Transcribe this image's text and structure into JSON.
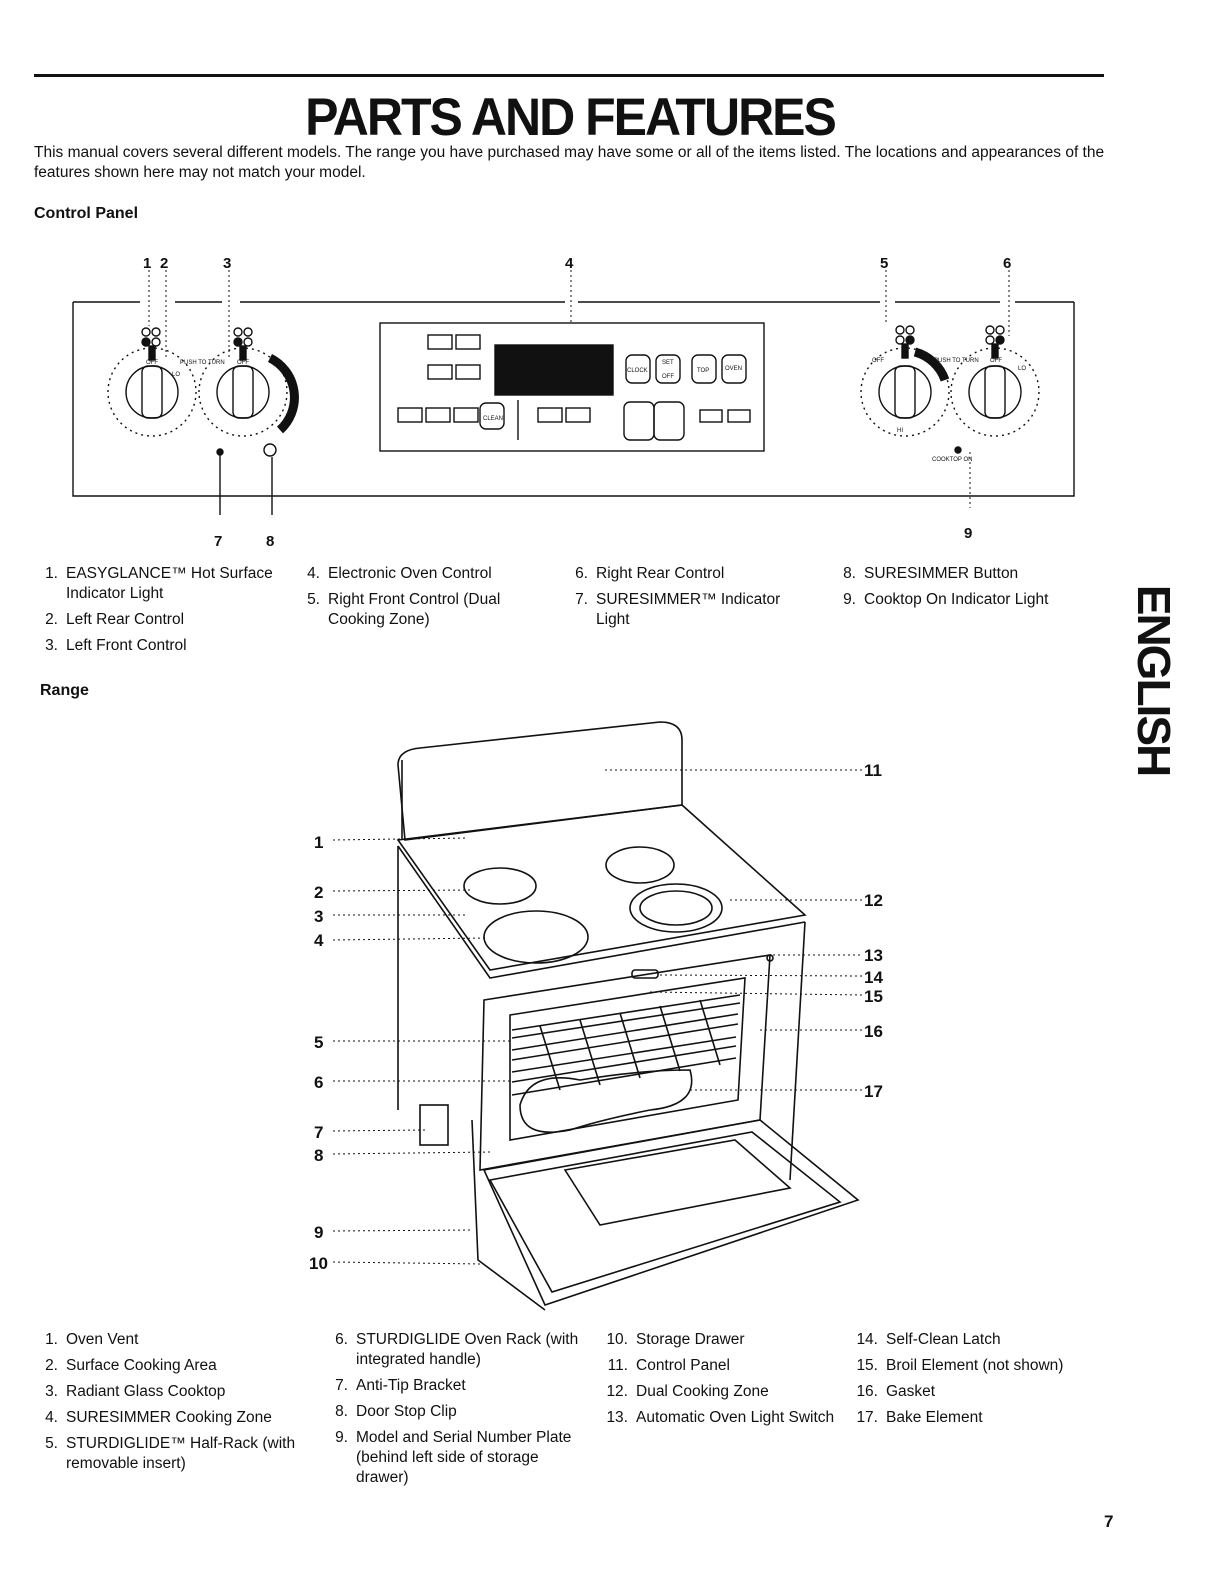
{
  "title": "PARTS AND FEATURES",
  "intro": "This manual covers several different models. The range you have purchased may have some or all of the items listed. The locations and appearances of the features shown here may not match your model.",
  "control_panel": {
    "heading": "Control Panel",
    "callouts": [
      "1",
      "2",
      "3",
      "4",
      "5",
      "6",
      "7",
      "8",
      "9"
    ],
    "legend": [
      {
        "num": "1.",
        "text": "EASYGLANCE™ Hot Surface Indicator Light"
      },
      {
        "num": "2.",
        "text": "Left Rear Control"
      },
      {
        "num": "3.",
        "text": "Left Front Control"
      },
      {
        "num": "4.",
        "text": "Electronic Oven Control"
      },
      {
        "num": "5.",
        "text": "Right Front Control (Dual Cooking Zone)"
      },
      {
        "num": "6.",
        "text": "Right Rear Control"
      },
      {
        "num": "7.",
        "text": "SURESIMMER™ Indicator Light"
      },
      {
        "num": "8.",
        "text": "SURESIMMER Button"
      },
      {
        "num": "9.",
        "text": "Cooktop On Indicator Light"
      }
    ]
  },
  "range": {
    "heading": "Range",
    "callouts": [
      "1",
      "2",
      "3",
      "4",
      "5",
      "6",
      "7",
      "8",
      "9",
      "10",
      "11",
      "12",
      "13",
      "14",
      "15",
      "16",
      "17"
    ],
    "legend": [
      {
        "num": "1.",
        "text": "Oven Vent"
      },
      {
        "num": "2.",
        "text": "Surface Cooking Area"
      },
      {
        "num": "3.",
        "text": "Radiant Glass Cooktop"
      },
      {
        "num": "4.",
        "text": "SURESIMMER Cooking Zone"
      },
      {
        "num": "5.",
        "text": "STURDIGLIDE™ Half-Rack (with removable insert)"
      },
      {
        "num": "6.",
        "text": "STURDIGLIDE Oven Rack (with integrated handle)"
      },
      {
        "num": "7.",
        "text": "Anti-Tip Bracket"
      },
      {
        "num": "8.",
        "text": "Door Stop Clip"
      },
      {
        "num": "9.",
        "text": "Model and Serial Number Plate (behind left side of storage drawer)"
      },
      {
        "num": "10.",
        "text": "Storage Drawer"
      },
      {
        "num": "11.",
        "text": "Control Panel"
      },
      {
        "num": "12.",
        "text": "Dual Cooking Zone"
      },
      {
        "num": "13.",
        "text": "Automatic Oven Light Switch"
      },
      {
        "num": "14.",
        "text": "Self-Clean Latch"
      },
      {
        "num": "15.",
        "text": "Broil Element (not shown)"
      },
      {
        "num": "16.",
        "text": "Gasket"
      },
      {
        "num": "17.",
        "text": "Bake Element"
      }
    ]
  },
  "panel_labels": {
    "off": "OFF",
    "lo": "LO",
    "hi": "HI",
    "push_to_turn": "PUSH TO TURN",
    "clock": "CLOCK",
    "set": "SET",
    "off_key": "OFF",
    "top": "TOP",
    "oven": "OVEN",
    "clean": "CLEAN",
    "cooktop_on": "COOKTOP ON"
  },
  "side_tab": "ENGLISH",
  "page_number": "7"
}
